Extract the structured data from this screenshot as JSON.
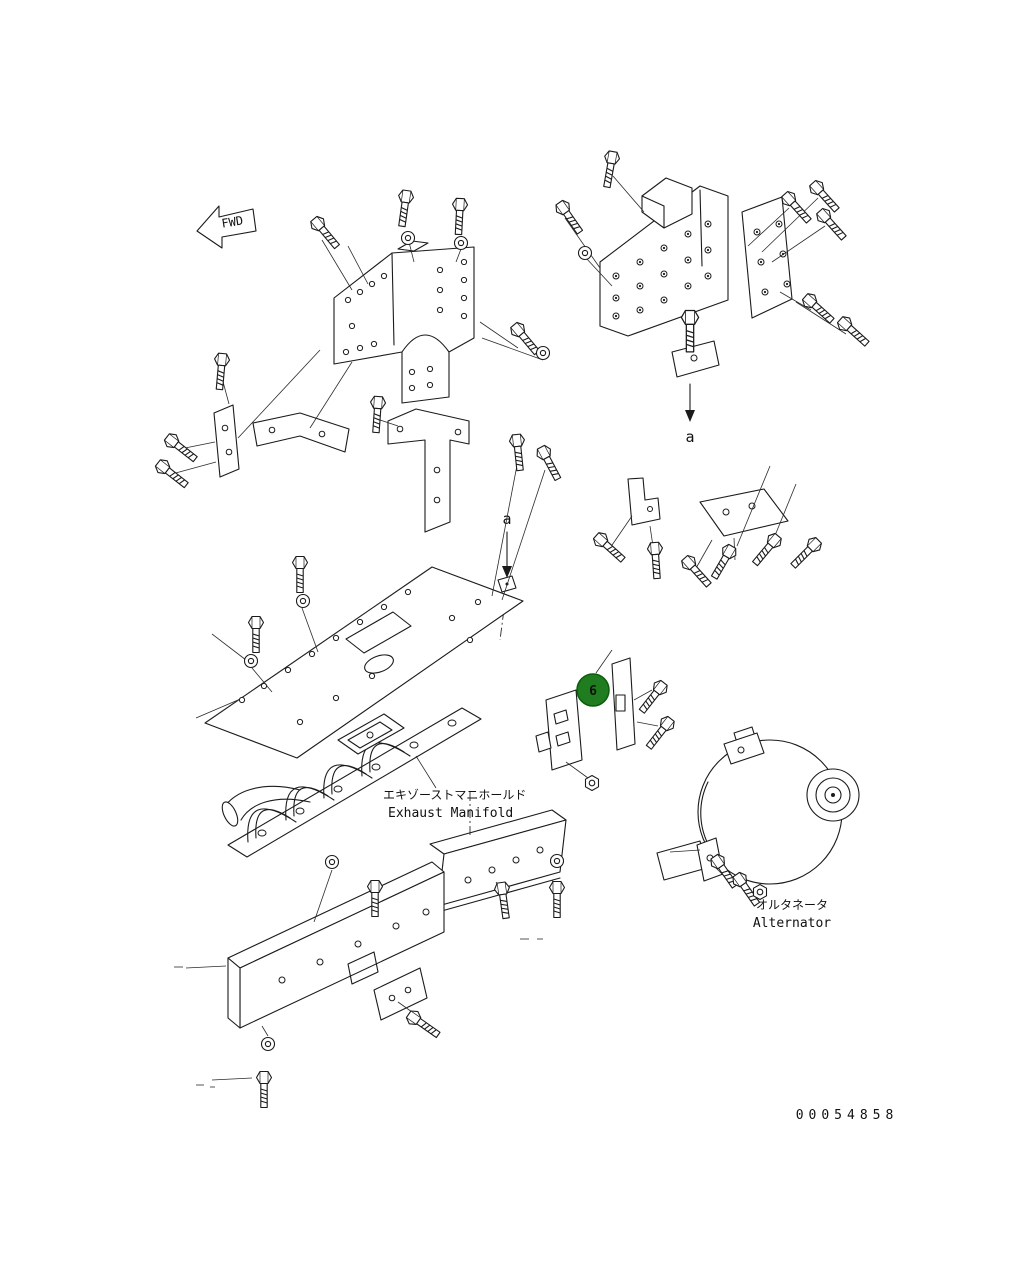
{
  "labels": {
    "fwd": "FWD",
    "ref_a_top": "a",
    "ref_a_mid": "a",
    "callout_6": "6",
    "manifold_jp": "エキゾーストマニホールド",
    "manifold_en": "Exhaust Manifold",
    "alternator_jp": "オルタネータ",
    "alternator_en": "Alternator",
    "part_number": "00054858"
  },
  "colors": {
    "callout_green": "#1f7d1f",
    "callout_stroke": "#0c5c0c",
    "callout_text": "#ffffff",
    "line": "#1b1b1b"
  }
}
